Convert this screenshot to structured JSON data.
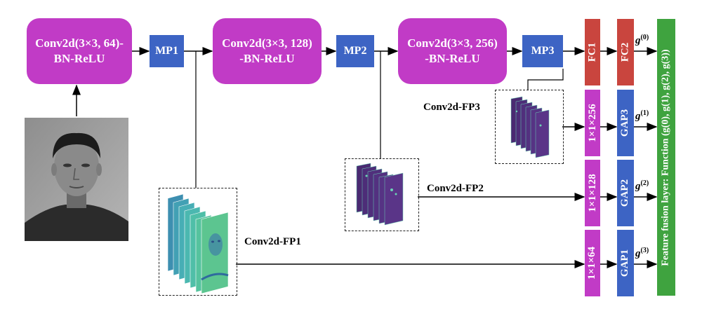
{
  "blocks": {
    "conv1": {
      "line1": "Conv2d(3×3, 64)-",
      "line2": "BN-ReLU"
    },
    "conv2": {
      "line1": "Conv2d(3×3, 128)",
      "line2": "-BN-ReLU"
    },
    "conv3": {
      "line1": "Conv2d(3×3, 256)",
      "line2": "-BN-ReLU"
    },
    "mp1": "MP1",
    "mp2": "MP2",
    "mp3": "MP3",
    "fc1": "FC1",
    "fc2": "FC2",
    "gap1": "GAP1",
    "gap2": "GAP2",
    "gap3": "GAP3",
    "vec256": "1×1×256",
    "vec128": "1×1×128",
    "vec64": "1×1×64",
    "fusion": "Feature fusion layer: Function (g(0), g(1), g(2), g(3))"
  },
  "labels": {
    "fp1": "Conv2d-FP1",
    "fp2": "Conv2d-FP2",
    "fp3": "Conv2d-FP3"
  },
  "outputs": {
    "g0": {
      "base": "g",
      "sup": "(0)"
    },
    "g1": {
      "base": "g",
      "sup": "(1)"
    },
    "g2": {
      "base": "g",
      "sup": "(2)"
    },
    "g3": {
      "base": "g",
      "sup": "(3)"
    }
  },
  "colors": {
    "conv": "#c13bc6",
    "pool": "#3d64c4",
    "fc": "#c9453e",
    "fusion": "#3fa33f"
  }
}
